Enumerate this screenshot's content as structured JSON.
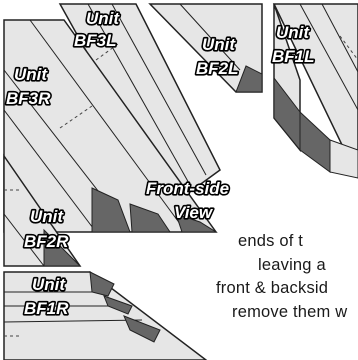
{
  "labels": {
    "bf3l": {
      "line1": "Unit",
      "line2": "BF3L"
    },
    "bf2l": {
      "line1": "Unit",
      "line2": "BF2L"
    },
    "bf1l": {
      "line1": "Unit",
      "line2": "BF1L"
    },
    "bf3r": {
      "line1": "Unit",
      "line2": "BF3R"
    },
    "bf2r": {
      "line1": "Unit",
      "line2": "BF2R"
    },
    "bf1r": {
      "line1": "Unit",
      "line2": "BF1R"
    },
    "front_side": {
      "line1": "Front-side",
      "line2": "View"
    }
  },
  "body_text": {
    "line1": "ends of t",
    "line2": "leaving a",
    "line3": "front & backsid",
    "line4": "remove them w"
  },
  "colors": {
    "panel_fill": "#e6e6e6",
    "dark_fill": "#666666",
    "outline": "#222222"
  }
}
